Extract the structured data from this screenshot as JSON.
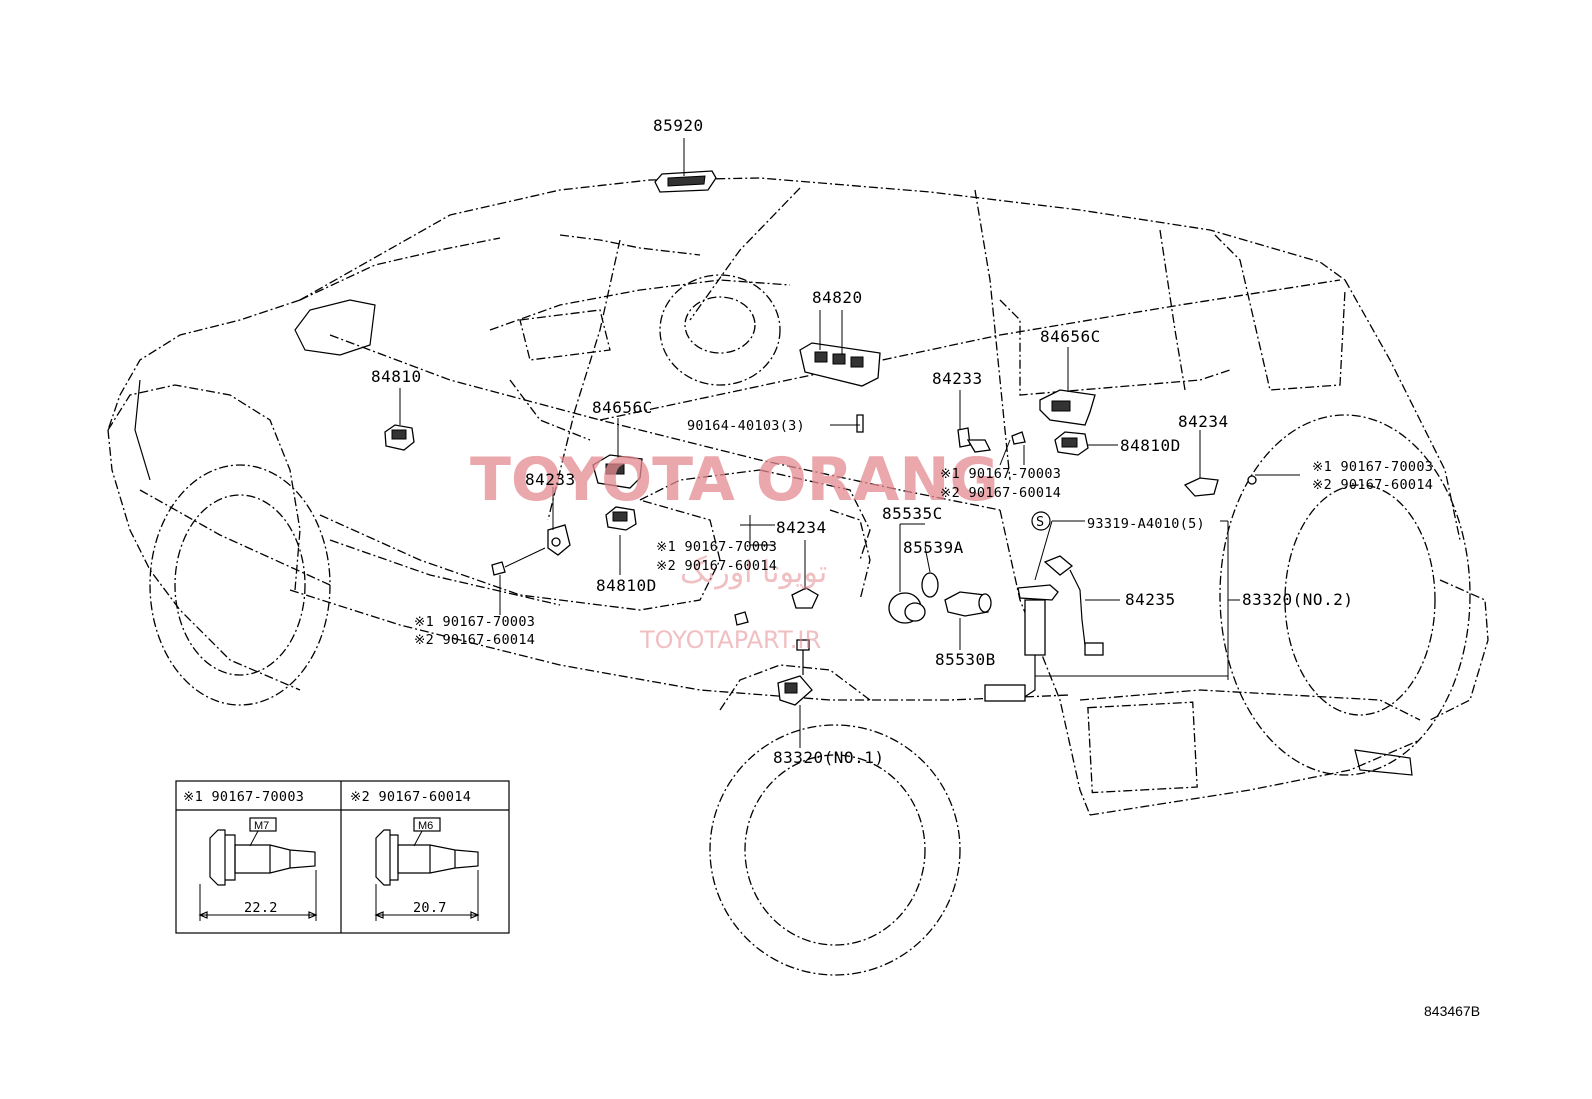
{
  "labels": {
    "p85920": "85920",
    "p84820": "84820",
    "p84656c_right": "84656C",
    "p84810": "84810",
    "p84233_right": "84233",
    "p84656c_left": "84656C",
    "p90164": "90164-40103(3)",
    "p84234_right": "84234",
    "p84810d_right": "84810D",
    "p84233_left": "84233",
    "p84234_center": "84234",
    "p85535c": "85535C",
    "p85539a": "85539A",
    "p93319": "93319-A4010(5)",
    "p84235": "84235",
    "p83320_no2": "83320(NO.2)",
    "p84810d_left": "84810D",
    "p85530b": "85530B",
    "p83320_no1": "83320(NO.1)",
    "s_symbol": "S"
  },
  "callouts": {
    "c1_a": "※1 90167-70003",
    "c1_b": "※2 90167-60014",
    "c2_a": "※1 90167-70003",
    "c2_b": "※2 90167-60014",
    "c3_a": "※1 90167-70003",
    "c3_b": "※2 90167-60014",
    "c4_a": "※1 90167-70003",
    "c4_b": "※2 90167-60014"
  },
  "inset": {
    "left_header": "※1 90167-70003",
    "right_header": "※2 90167-60014",
    "left_thread": "M7",
    "right_thread": "M6",
    "left_length": "22.2",
    "right_length": "20.7"
  },
  "watermark": {
    "main": "TOYOTA ORANG",
    "persian": "تویوتا اورنگ",
    "url": "TOYOTAPART.IR"
  },
  "figure_ref": "843467B"
}
